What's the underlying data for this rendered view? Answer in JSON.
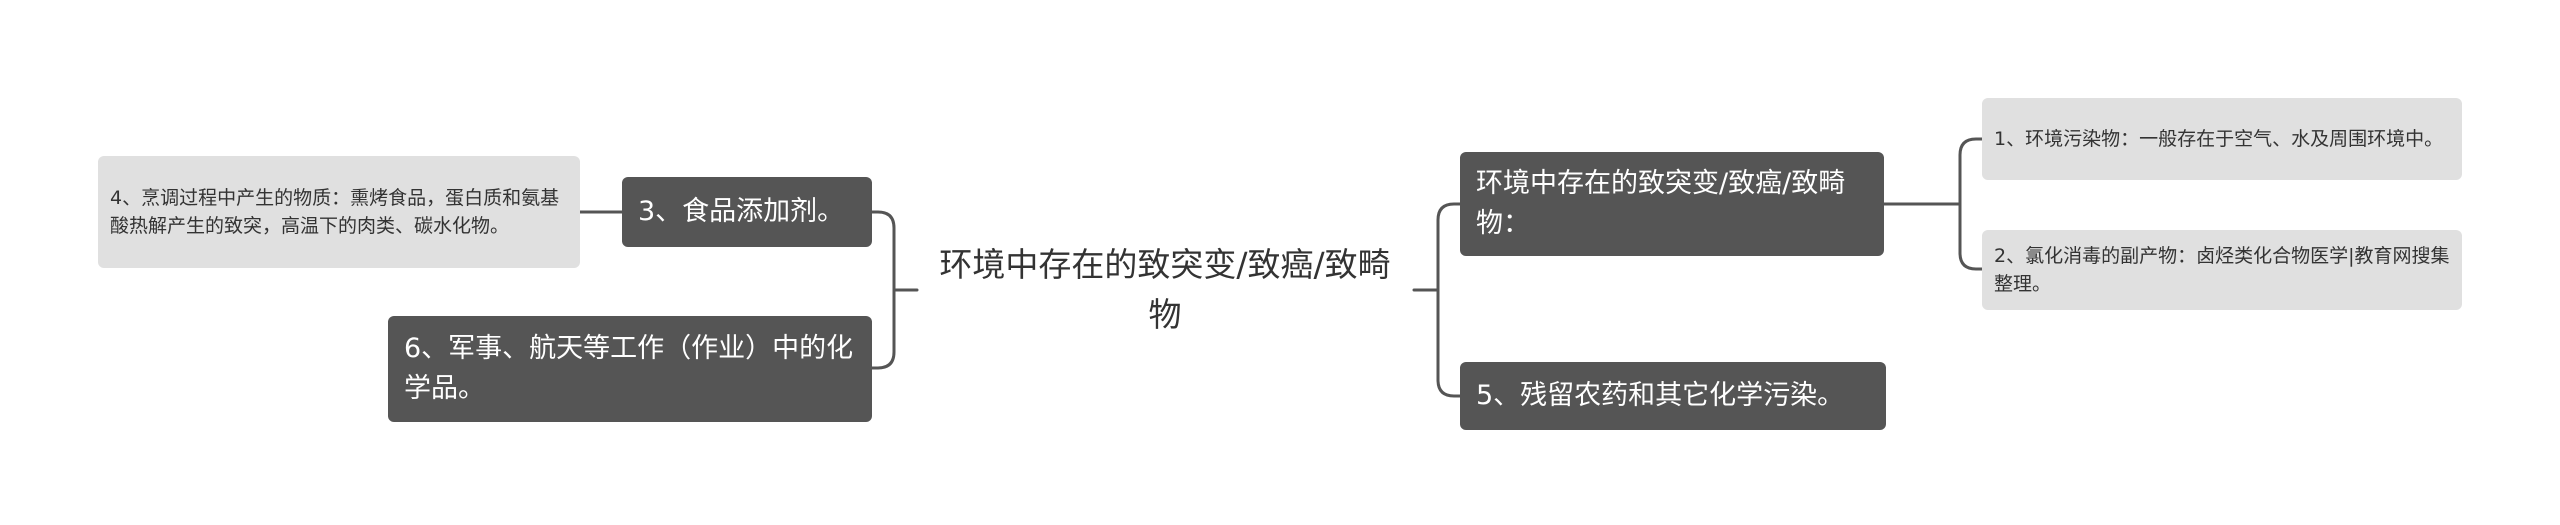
{
  "root": {
    "text": "环境中存在的致突变/致癌/致畸物"
  },
  "right": {
    "branch_main": {
      "text": "环境中存在的致突变/致癌/致畸物：",
      "children": [
        "1、环境污染物：一般存在于空气、水及周围环境中。",
        "2、氯化消毒的副产物：卤烃类化合物医学|教育网搜集整理。"
      ]
    },
    "branch_5": {
      "text": "5、残留农药和其它化学污染。"
    }
  },
  "left": {
    "branch_3": {
      "text": "3、食品添加剂。",
      "children": [
        "4、烹调过程中产生的物质：熏烤食品，蛋白质和氨基酸热解产生的致突，高温下的肉类、碳水化物。"
      ]
    },
    "branch_6": {
      "text": "6、军事、航天等工作（作业）中的化学品。"
    }
  },
  "colors": {
    "dark_node": "#555555",
    "light_node": "#e0e0e0",
    "connector": "#555555"
  }
}
